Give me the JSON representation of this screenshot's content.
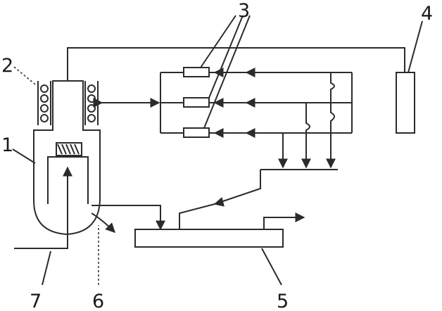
{
  "diagram": {
    "labels": {
      "l1": "1",
      "l2": "2",
      "l3": "3",
      "l4": "4",
      "l5": "5",
      "l6": "6",
      "l7": "7"
    },
    "colors": {
      "ink": "#2b2b2b",
      "background": "#ffffff"
    }
  }
}
